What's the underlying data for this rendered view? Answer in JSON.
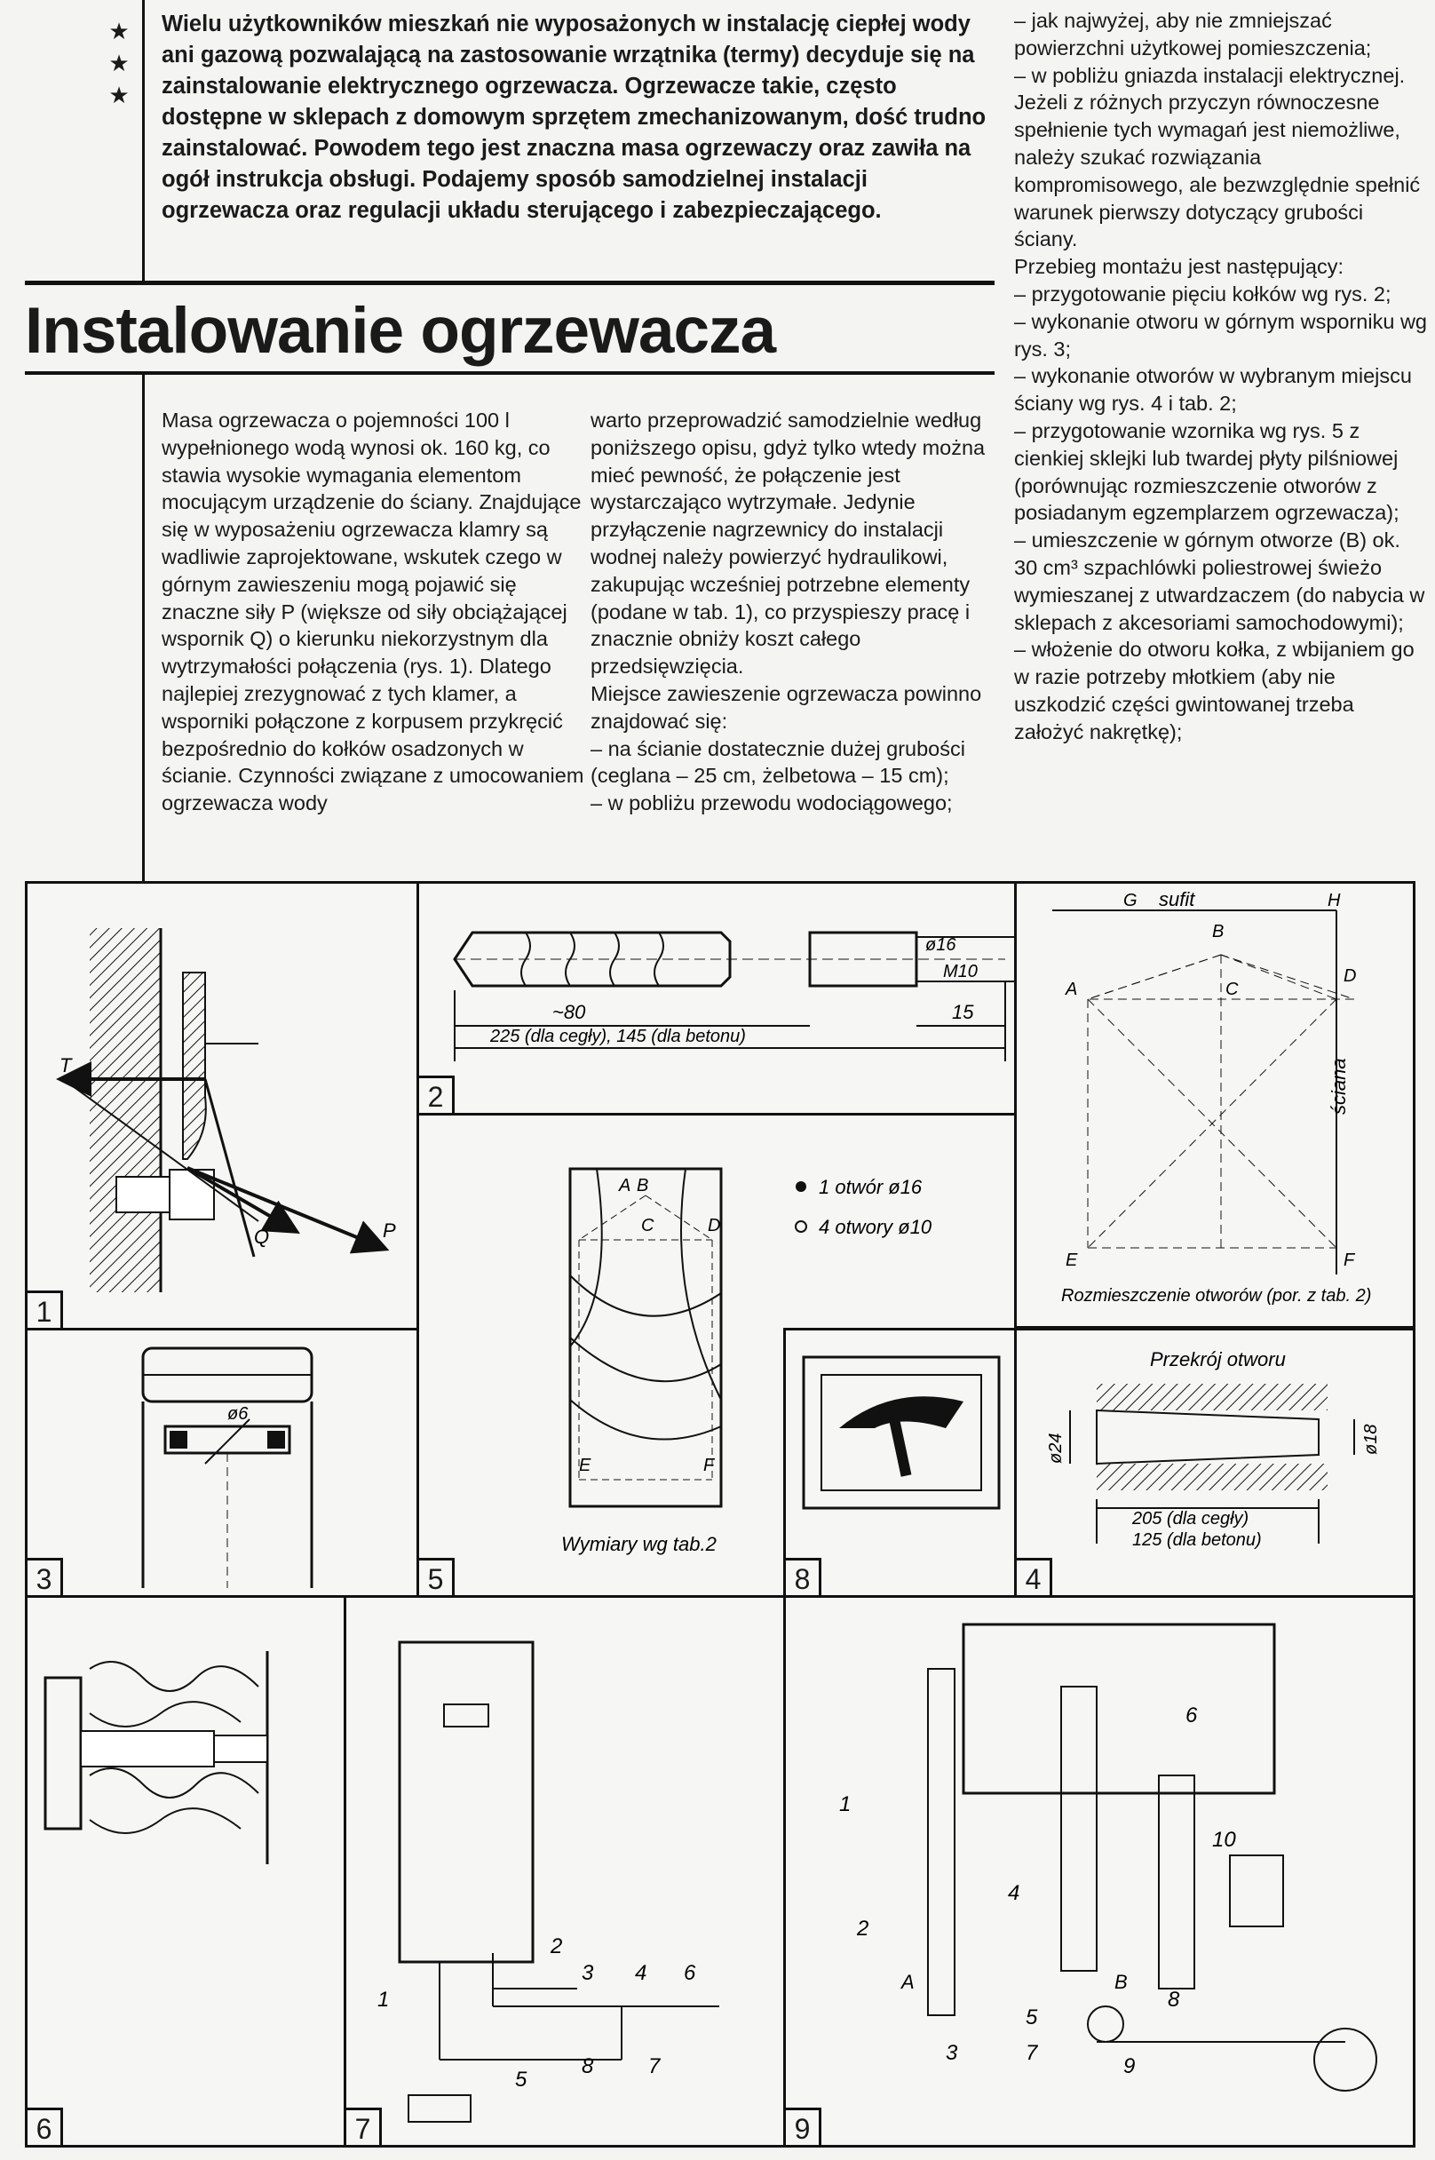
{
  "stars": [
    "★",
    "★",
    "★"
  ],
  "intro": "Wielu użytkowników mieszkań nie wyposażonych w instalację ciepłej wody ani gazową pozwalającą na zastosowanie wrzątnika (termy) decyduje się na zainstalowanie elektrycznego ogrzewacza. Ogrzewacze takie, często dostępne w sklepach z domowym sprzętem zmechanizowanym, dość trudno zainstalować. Powodem tego jest znaczna masa ogrzewaczy oraz zawiła na ogół instrukcja obsługi. Podajemy sposób samodzielnej instalacji ogrzewacza oraz regulacji układu sterującego i zabezpieczającego.",
  "title": "Instalowanie ogrzewacza",
  "col1": "Masa ogrzewacza o pojemności 100 l wypełnionego wodą wynosi ok. 160 kg, co stawia wysokie wymagania elementom mocującym urządzenie do ściany. Znajdujące się w wyposażeniu ogrzewacza klamry są wadliwie zaprojektowane, wskutek czego w górnym zawieszeniu mogą pojawić się znaczne siły P (większe od siły obciążającej wspornik Q) o kierunku niekorzystnym dla wytrzymałości połączenia (rys. 1). Dlatego najlepiej zrezygnować z tych klamer, a wsporniki połączone z korpusem przykręcić bezpośrednio do kołków osadzonych w ścianie. Czynności związane z umocowaniem ogrzewacza wody",
  "col2": [
    "warto przeprowadzić samodzielnie według poniższego opisu, gdyż tylko wtedy można mieć pewność, że połączenie jest wystarczająco wytrzymałe. Jedynie przyłączenie nagrzewnicy do instalacji wodnej należy powierzyć hydraulikowi, zakupując wcześniej potrzebne elementy (podane w tab. 1), co przyspieszy pracę i znacznie obniży koszt całego przedsięwzięcia.",
    "Miejsce zawieszenie ogrzewacza powinno znajdować się:",
    "– na ścianie dostatecznie dużej grubości (ceglana – 25 cm, żelbetowa – 15 cm);",
    "– w pobliżu przewodu wodociągowego;"
  ],
  "col3": [
    "– jak najwyżej, aby nie zmniejszać powierzchni użytkowej pomieszczenia;",
    "– w pobliżu gniazda instalacji elektrycznej.",
    "Jeżeli z różnych przyczyn równoczesne spełnienie tych wymagań jest niemożliwe, należy szukać rozwiązania kompromisowego, ale bezwzględnie spełnić warunek pierwszy dotyczący grubości ściany.",
    "Przebieg montażu jest następujący:",
    "– przygotowanie pięciu kołków wg rys. 2;",
    "– wykonanie otworu w górnym wsporniku wg rys. 3;",
    "– wykonanie otworów w wybranym miejscu ściany wg rys. 4 i tab. 2;",
    "– przygotowanie wzornika wg rys. 5 z cienkiej sklejki lub twardej płyty pilśniowej (porównując rozmieszczenie otworów z posiadanym egzemplarzem ogrzewacza);",
    "– umieszczenie w górnym otworze (B) ok. 30 cm³ szpachlówki poliestrowej świeżo wymieszanej z utwardzaczem (do nabycia w sklepach z akcesoriami samochodowymi);",
    "– włożenie do otworu kołka, z wbijaniem go w razie potrzeby młotkiem (aby nie uszkodzić części gwintowanej trzeba założyć nakrętkę);"
  ],
  "figures": {
    "f1": {
      "num": "1",
      "labels": {
        "t": "T",
        "q": "Q",
        "p": "P"
      }
    },
    "f2": {
      "num": "2",
      "labels": {
        "d16": "ø16",
        "m10": "M10",
        "a80": "~80",
        "a15": "15",
        "total": "225 (dla cegły), 145 (dla betonu)"
      }
    },
    "f3": {
      "num": "3",
      "labels": {
        "d6": "ø6"
      }
    },
    "f4": {
      "num": "4",
      "labels": {
        "title": "Przekrój otworu",
        "d24": "ø24",
        "d18": "ø18",
        "brick": "205 (dla cegły)",
        "concrete": "125 (dla betonu)"
      }
    },
    "f5": {
      "num": "5",
      "labels": {
        "legend1": "1 otwór ø16",
        "legend2": "4 otwory ø10",
        "caption": "Wymiary wg tab.2",
        "A": "A",
        "B": "B",
        "C": "C",
        "D": "D",
        "E": "E",
        "F": "F"
      }
    },
    "f6": {
      "num": "6"
    },
    "f7": {
      "num": "7",
      "labels": {
        "n1": "1",
        "n2": "2",
        "n3": "3",
        "n4": "4",
        "n5": "5",
        "n6": "6",
        "n7": "7",
        "n8": "8"
      }
    },
    "f8": {
      "num": "8"
    },
    "f9": {
      "num": "9",
      "labels": {
        "n1": "1",
        "n2": "2",
        "n3": "3",
        "n4": "4",
        "n5": "5",
        "n6": "6",
        "n7": "7",
        "n8": "8",
        "n9": "9",
        "n10": "10",
        "A": "A",
        "B": "B"
      }
    },
    "layout": {
      "caption": "Rozmieszczenie otworów (por. z tab. 2)",
      "ceiling": "sufit",
      "wall": "ściana",
      "G": "G",
      "H": "H",
      "A": "A",
      "B": "B",
      "C": "C",
      "D": "D",
      "E": "E",
      "F": "F"
    }
  }
}
